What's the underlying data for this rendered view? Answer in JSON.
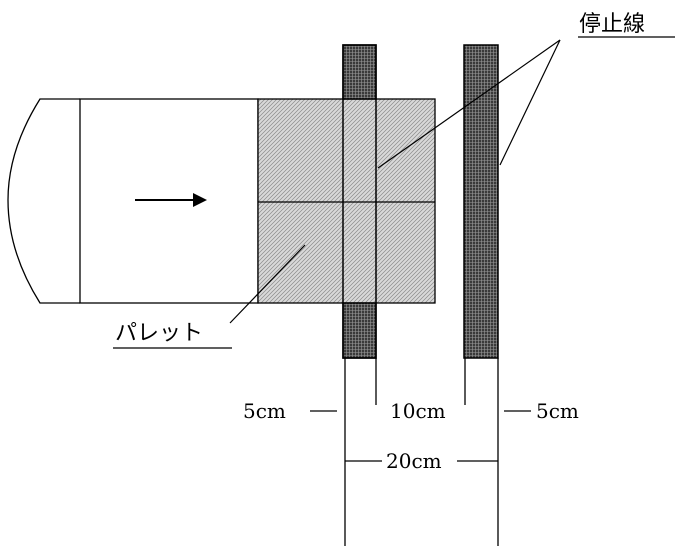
{
  "labels": {
    "stop_line": "停止線",
    "pallet": "パレット",
    "dim_left": "5cm",
    "dim_middle": "10cm",
    "dim_right": "5cm",
    "dim_total": "20cm"
  },
  "colors": {
    "stroke": "#000000",
    "background": "#ffffff",
    "pallet_fill": "#c8c8c8",
    "stop_line_fill": "#555555"
  },
  "icons": {
    "direction": "arrow-right-icon"
  }
}
